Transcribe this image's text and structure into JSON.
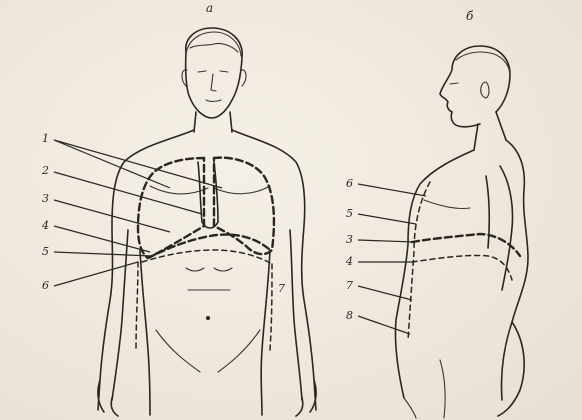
{
  "panels": [
    {
      "id": "front",
      "letter": "a",
      "labels": [
        "1",
        "2",
        "3",
        "4",
        "5",
        "6",
        "7"
      ]
    },
    {
      "id": "side",
      "letter": "б",
      "labels": [
        "6",
        "5",
        "3",
        "4",
        "7",
        "8"
      ]
    }
  ],
  "colors": {
    "paper": "#f1ebe1",
    "ink": "#2a2622"
  }
}
